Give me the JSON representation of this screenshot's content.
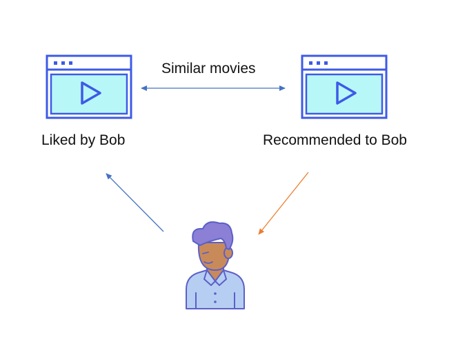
{
  "labels": {
    "similar": "Similar movies",
    "liked": "Liked by Bob",
    "recommended": "Recommended to Bob"
  },
  "icons": {
    "movie_left": "movie-player-window-icon",
    "movie_right": "movie-player-window-icon",
    "person": "person-avatar-icon"
  },
  "colors": {
    "window_stroke": "#3D5AE8",
    "window_fill": "#B8F7F7",
    "blue_arrow": "#4472C4",
    "orange_arrow": "#ED7D31",
    "hair": "#8B80D6",
    "skin": "#C98A5A",
    "shirt": "#B6CEF2",
    "outline": "#5B5FC7"
  }
}
